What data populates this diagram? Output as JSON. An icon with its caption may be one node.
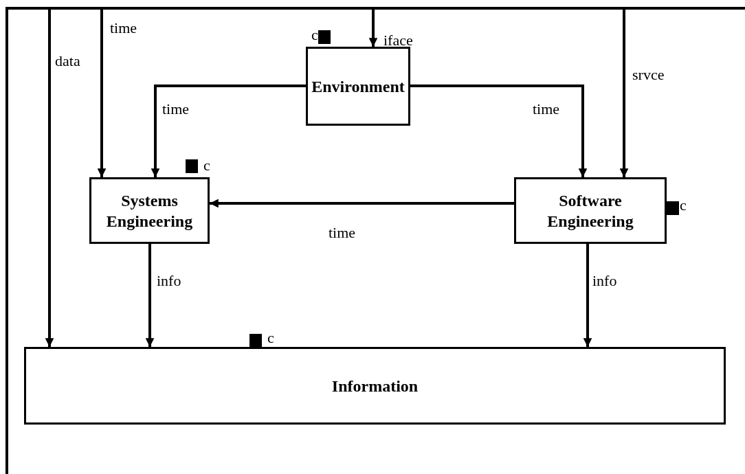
{
  "diagram": {
    "nodes": [
      {
        "text": [],
        "shape": "bar"
      },
      {
        "text": [
          "Environment"
        ]
      },
      {
        "text": [
          "Systems Engineering"
        ]
      },
      {
        "text": [
          "Software Engineering"
        ]
      },
      {
        "text": [
          "Information"
        ]
      }
    ],
    "edges": [
      {
        "from": 0,
        "to": 4,
        "label": "data",
        "arrow": "to"
      },
      {
        "from": 0,
        "to": 2,
        "label": "time",
        "arrow": "to"
      },
      {
        "from": 0,
        "to": 1,
        "label": "iface",
        "arrow": "to"
      },
      {
        "from": 0,
        "to": 3,
        "label": "srvce",
        "arrow": "to"
      },
      {
        "from": 1,
        "to": 2,
        "label": "time",
        "arrow": "to"
      },
      {
        "from": 1,
        "to": 3,
        "label": "time",
        "arrow": "to"
      },
      {
        "from": 3,
        "to": 2,
        "label": "time",
        "arrow": "to"
      },
      {
        "from": 2,
        "to": 4,
        "label": "info",
        "arrow": "to"
      },
      {
        "from": 3,
        "to": 4,
        "label": "info",
        "arrow": "to"
      }
    ],
    "labels": [
      "c",
      "c",
      "c",
      "c"
    ]
  }
}
